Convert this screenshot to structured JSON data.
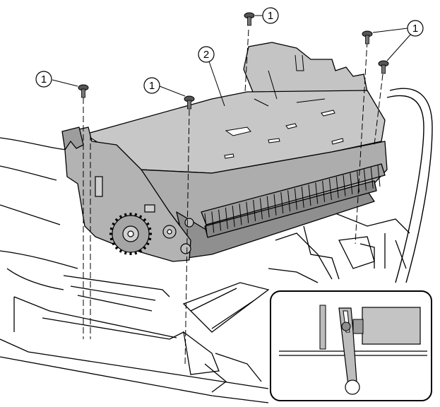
{
  "diagram": {
    "callouts": [
      {
        "id": "c1a",
        "label": "1"
      },
      {
        "id": "c1b",
        "label": "1"
      },
      {
        "id": "c1c",
        "label": "1"
      },
      {
        "id": "c1d",
        "label": "1"
      },
      {
        "id": "c2",
        "label": "2"
      }
    ],
    "colors": {
      "part_fill": "#b9b9b9",
      "part_shadow": "#8e8e8e",
      "part_highlight": "#d6d6d6",
      "line": "#000000",
      "paper": "#ffffff"
    },
    "icons": [
      "screw-icon",
      "fuser-unit-illustration",
      "detail-inset-illustration"
    ]
  }
}
